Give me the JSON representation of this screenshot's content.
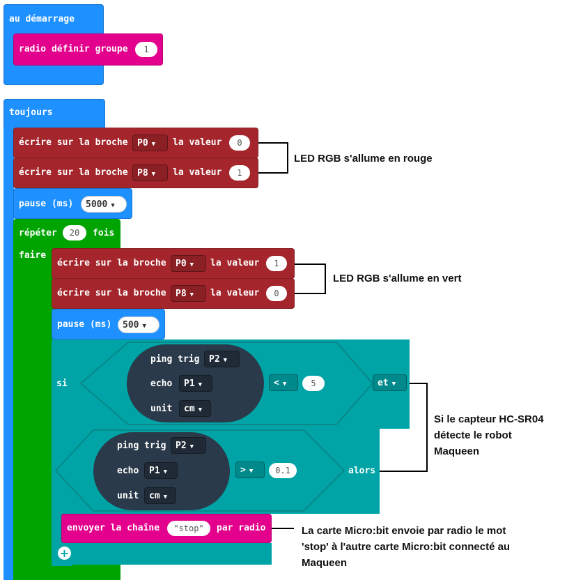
{
  "on_start": {
    "label": "au démarrage",
    "radio_set_group": {
      "label": "radio définir groupe",
      "value": "1"
    }
  },
  "forever": {
    "label": "toujours",
    "write_1": {
      "prefix": "écrire sur la broche",
      "pin": "P0",
      "mid": "la valeur",
      "value": "0"
    },
    "write_2": {
      "prefix": "écrire sur la broche",
      "pin": "P8",
      "mid": "la valeur",
      "value": "1"
    },
    "pause_1": {
      "label": "pause (ms)",
      "value": "5000"
    },
    "repeat": {
      "prefix": "répéter",
      "count": "20",
      "suffix": "fois",
      "do_label": "faire",
      "write_1": {
        "prefix": "écrire sur la broche",
        "pin": "P0",
        "mid": "la valeur",
        "value": "1"
      },
      "write_2": {
        "prefix": "écrire sur la broche",
        "pin": "P8",
        "mid": "la valeur",
        "value": "0"
      },
      "pause": {
        "label": "pause (ms)",
        "value": "500"
      },
      "if_block": {
        "if_label": "si",
        "and_label": "et",
        "then_label": "alors",
        "cond_1": {
          "ping": "ping trig",
          "trig": "P2",
          "echo": "echo",
          "echo_pin": "P1",
          "unit": "unit",
          "unit_val": "cm",
          "op": "<",
          "value": "5"
        },
        "cond_2": {
          "ping": "ping trig",
          "trig": "P2",
          "echo": "echo",
          "echo_pin": "P1",
          "unit": "unit",
          "unit_val": "cm",
          "op": ">",
          "value": "0.1"
        },
        "send": {
          "prefix": "envoyer la chaîne",
          "value": "\"stop\"",
          "suffix": "par radio"
        }
      }
    }
  },
  "annotations": {
    "red": "LED RGB s'allume en rouge",
    "green": "LED RGB s'allume en vert",
    "sensor": [
      "Si le capteur HC-SR04",
      "détecte le robot",
      "Maqueen"
    ],
    "radio": [
      "La carte Micro:bit envoie par radio le mot",
      "'stop' à l'autre carte Micro:bit connecté au",
      "Maqueen"
    ]
  },
  "colors": {
    "basic_blue": "#1e90ff",
    "radio_pink": "#e3008c",
    "pins_red": "#a4262c",
    "loops_green": "#00a400",
    "logic_teal": "#00a4a6",
    "sensor_dark": "#2b3a4a"
  }
}
